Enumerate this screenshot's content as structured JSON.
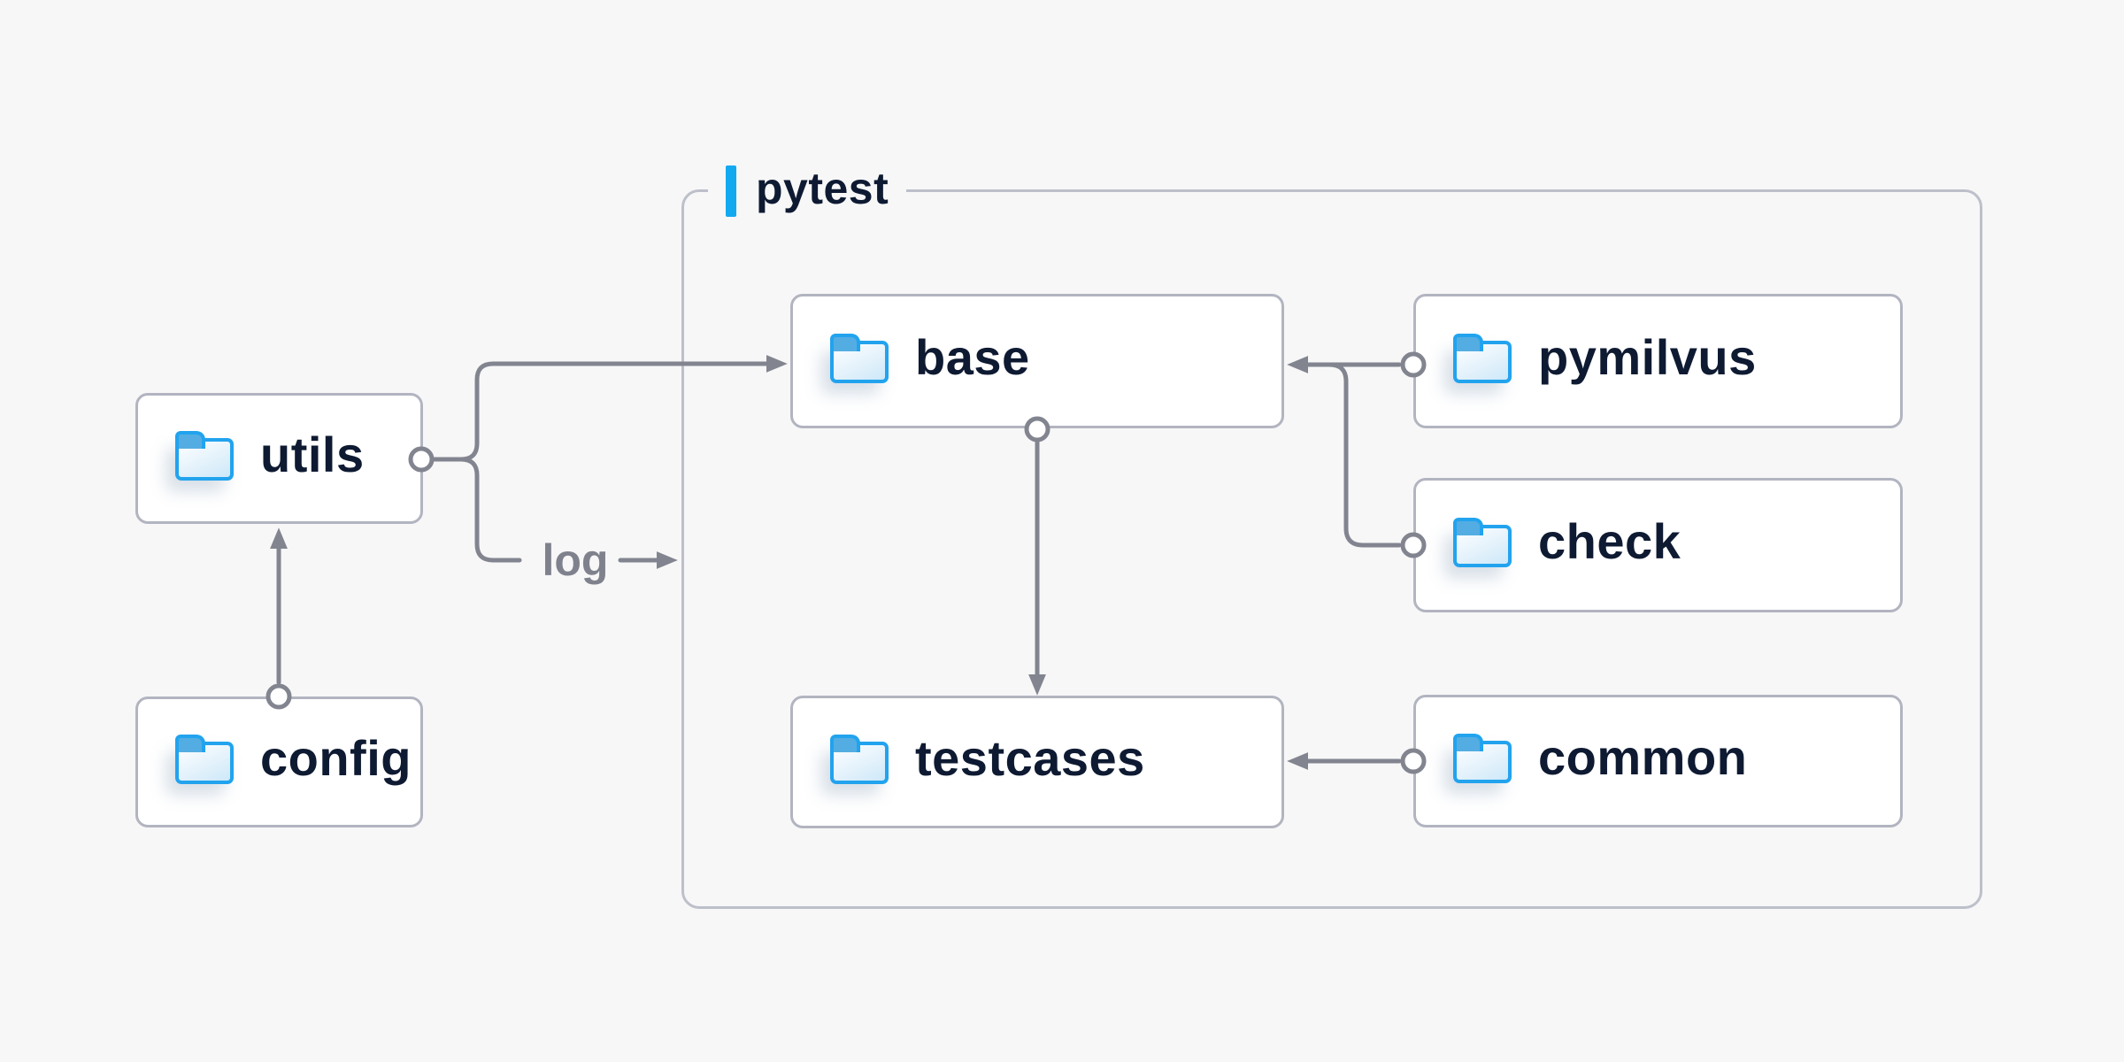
{
  "diagram": {
    "group": {
      "label": "pytest"
    },
    "nodes": [
      {
        "id": "utils",
        "label": "utils",
        "icon": "folder-icon"
      },
      {
        "id": "config",
        "label": "config",
        "icon": "folder-icon"
      },
      {
        "id": "base",
        "label": "base",
        "icon": "folder-icon"
      },
      {
        "id": "pymilvus",
        "label": "pymilvus",
        "icon": "folder-icon"
      },
      {
        "id": "check",
        "label": "check",
        "icon": "folder-icon"
      },
      {
        "id": "testcases",
        "label": "testcases",
        "icon": "folder-icon"
      },
      {
        "id": "common",
        "label": "common",
        "icon": "folder-icon"
      }
    ],
    "edge_labels": {
      "log": "log"
    },
    "edges": [
      {
        "from": "config",
        "to": "utils",
        "style": "arrow-from-circle"
      },
      {
        "from": "utils",
        "to": "base",
        "style": "arrow-from-circle-fork-up"
      },
      {
        "from": "utils",
        "to": "log",
        "style": "fork-down-labeled",
        "label": "log"
      },
      {
        "from": "pymilvus",
        "to": "base",
        "style": "arrow-from-circle"
      },
      {
        "from": "check",
        "to": "base",
        "style": "merges-into-pymilvus-line"
      },
      {
        "from": "base",
        "to": "testcases",
        "style": "arrow-from-circle"
      },
      {
        "from": "common",
        "to": "testcases",
        "style": "arrow-from-circle"
      }
    ],
    "colors": {
      "background": "#f7f7f8",
      "node_fill": "#ffffff",
      "node_border": "#b2b5c0",
      "group_border": "#bdc0ca",
      "connector_gray": "#82858f",
      "node_text": "#0e1a32",
      "edge_label_text": "#7f828d",
      "accent_blue": "#12a9f0",
      "folder_border_blue": "#22a3ee",
      "folder_tab_blue": "#54ade2"
    }
  }
}
